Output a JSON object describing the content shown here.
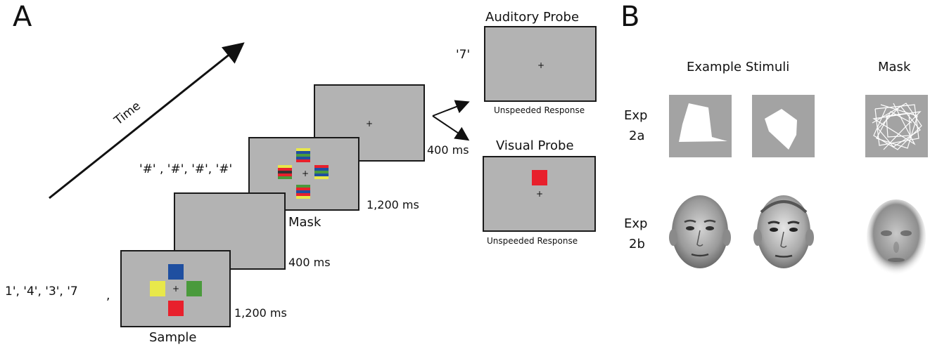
{
  "panel_a": {
    "letter": "A",
    "time_label": "Time",
    "sample": {
      "label": "Sample",
      "sequence": "1', '4', '3', '7",
      "sequence_tail": ",",
      "duration": "1,200 ms",
      "colors": {
        "top": "#1f4fa0",
        "left": "#e8e84a",
        "right": "#4a9a3c",
        "bottom": "#e8202c"
      }
    },
    "blank_1": {
      "duration": "400 ms"
    },
    "mask": {
      "label": "Mask",
      "sequence": "'#' , '#', '#', '#'",
      "duration": "1,200 ms"
    },
    "blank_2": {
      "duration": "400 ms"
    },
    "auditory_probe": {
      "label": "Auditory Probe",
      "stimulus": "'7'",
      "response": "Unspeeded Response"
    },
    "visual_probe": {
      "label": "Visual Probe",
      "response": "Unspeeded Response",
      "color": "#e8202c"
    },
    "fixation": "+"
  },
  "panel_b": {
    "letter": "B",
    "col_example": "Example Stimuli",
    "col_mask": "Mask",
    "row_a": {
      "line1": "Exp",
      "line2": "2a"
    },
    "row_b": {
      "line1": "Exp",
      "line2": "2b"
    }
  }
}
